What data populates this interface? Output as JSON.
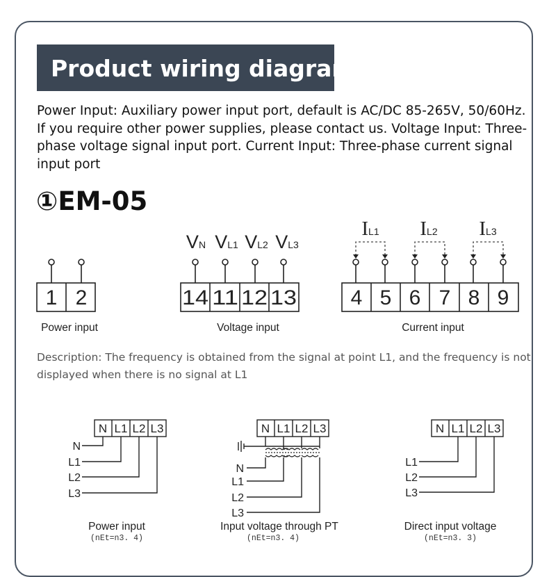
{
  "title": "Product wiring diagram",
  "intro": "Power Input: Auxiliary power input port, default is AC/DC 85-265V, 50/60Hz. If you require other power supplies, please contact us. Voltage Input: Three-phase voltage signal input port. Current Input: Three-phase current signal input port",
  "model_title": "①EM-05",
  "terminal_blocks": {
    "power": {
      "terminals": [
        "1",
        "2"
      ],
      "caption": "Power input"
    },
    "voltage": {
      "terminals": [
        "14",
        "11",
        "12",
        "13"
      ],
      "signals": [
        {
          "main": "V",
          "sub": "N"
        },
        {
          "main": "V",
          "sub": "L1"
        },
        {
          "main": "V",
          "sub": "L2"
        },
        {
          "main": "V",
          "sub": "L3"
        }
      ],
      "caption": "Voltage input"
    },
    "current": {
      "terminals": [
        "4",
        "5",
        "6",
        "7",
        "8",
        "9"
      ],
      "signals": [
        {
          "main": "I",
          "sub": "L1"
        },
        {
          "main": "I",
          "sub": "L2"
        },
        {
          "main": "I",
          "sub": "L3"
        }
      ],
      "caption": "Current input"
    }
  },
  "description": "Description: The frequency is obtained from the signal at point L1, and the frequency is not displayed when there is no signal at L1",
  "wiring_examples": {
    "header_labels": [
      "N",
      "L1",
      "L2",
      "L3"
    ],
    "power_input": {
      "wire_labels": [
        "N",
        "L1",
        "L2",
        "L3"
      ],
      "caption": "Power input",
      "setting": "(nEt=n3. 4)"
    },
    "pt_input": {
      "wire_labels": [
        "N",
        "L1",
        "L2",
        "L3"
      ],
      "caption": "Input voltage through PT",
      "setting": "(nEt=n3. 4)"
    },
    "direct_input": {
      "wire_labels": [
        "L1",
        "L2",
        "L3"
      ],
      "caption": "Direct input voltage",
      "setting": "(nEt=n3. 3)"
    }
  },
  "colors": {
    "title_bg": "#3b4654",
    "border": "#4a5563",
    "line": "#222222",
    "description_text": "#555555"
  }
}
